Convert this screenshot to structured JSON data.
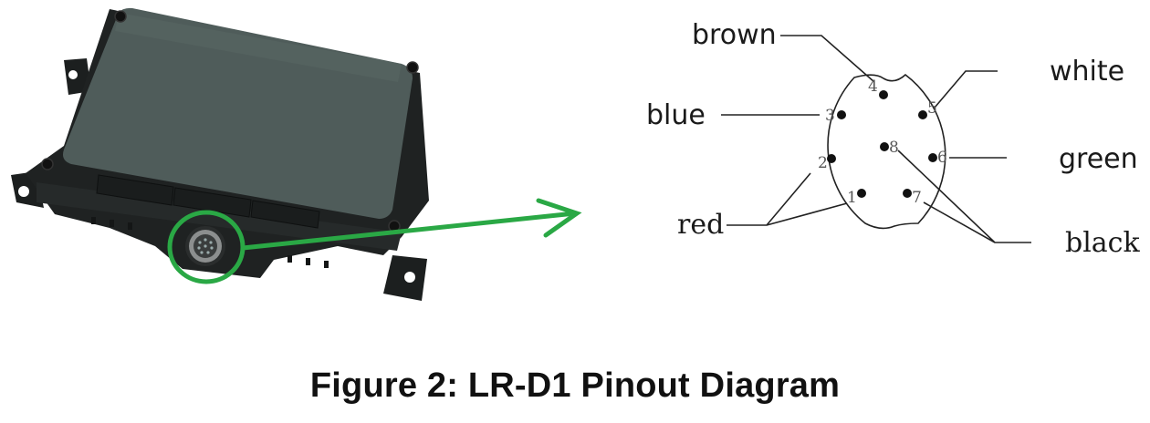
{
  "caption": "Figure 2: LR-D1 Pinout Diagram",
  "device": {
    "name": "LR-D1",
    "body_color": "#4a5654",
    "frame_color": "#1f2222",
    "highlight_color": "#2aa845"
  },
  "pinout": {
    "pins": [
      {
        "number": "1",
        "wire": "red"
      },
      {
        "number": "2",
        "wire": "red"
      },
      {
        "number": "3",
        "wire": "blue"
      },
      {
        "number": "4",
        "wire": "brown"
      },
      {
        "number": "5",
        "wire": "white"
      },
      {
        "number": "6",
        "wire": "green"
      },
      {
        "number": "7",
        "wire": "black"
      },
      {
        "number": "8",
        "wire": "black"
      }
    ],
    "labels": {
      "brown": "brown",
      "white": "white",
      "blue": "blue",
      "green": "green",
      "red": "red",
      "black": "black"
    }
  }
}
